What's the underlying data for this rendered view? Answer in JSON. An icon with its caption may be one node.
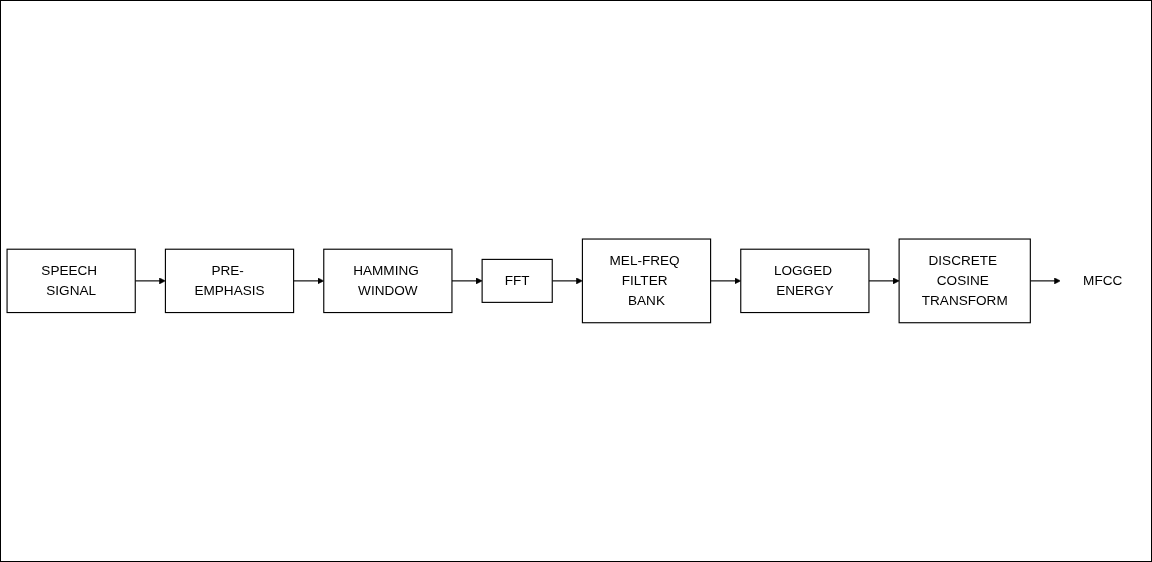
{
  "diagram": {
    "nodes": [
      {
        "text": [
          "SPEECH SIGNAL"
        ]
      },
      {
        "text": [
          "PRE- EMPHASIS"
        ]
      },
      {
        "text": [
          "HAMMING WINDOW"
        ]
      },
      {
        "text": [
          "FFT"
        ]
      },
      {
        "text": [
          "MEL-FREQ FILTER BANK"
        ]
      },
      {
        "text": [
          "LOGGED ENERGY"
        ]
      },
      {
        "text": [
          "DISCRETE COSINE TRANSFORM"
        ]
      },
      {
        "text": [
          "MFCC"
        ]
      }
    ],
    "edges": [
      {
        "from": 0,
        "to": 1,
        "arrow": "to"
      },
      {
        "from": 1,
        "to": 2,
        "arrow": "to"
      },
      {
        "from": 2,
        "to": 3,
        "arrow": "to"
      },
      {
        "from": 3,
        "to": 4,
        "arrow": "to"
      },
      {
        "from": 4,
        "to": 5,
        "arrow": "to"
      },
      {
        "from": 5,
        "to": 6,
        "arrow": "to"
      },
      {
        "from": 6,
        "to": 7,
        "arrow": "to"
      }
    ]
  }
}
